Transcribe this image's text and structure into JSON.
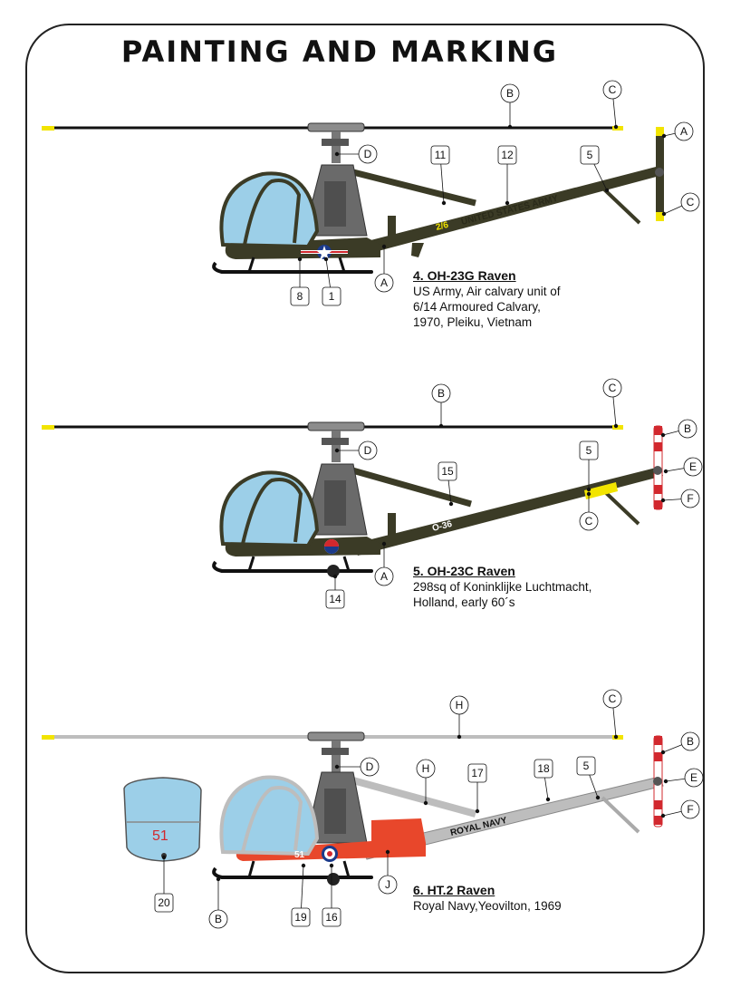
{
  "title": "PAINTING AND MARKING",
  "aircraft": [
    {
      "caption_head": "4. OH-23G Raven",
      "caption_lines": [
        "US Army, Air calvary unit of",
        "6/14 Armoured Calvary,",
        "1970, Pleiku, Vietnam"
      ],
      "fuselage_marking": "2/6",
      "tail_marking": "UNITED STATES ARMY",
      "callouts": {
        "rotor": "B",
        "rotor_tip": "C",
        "hub": "D",
        "body": "A",
        "tr_top": "A",
        "tr_bottom": "C",
        "n11": "11",
        "n12": "12",
        "n5": "5",
        "n8": "8",
        "n1": "1"
      }
    },
    {
      "caption_head": "5. OH-23C Raven",
      "caption_lines": [
        "298sq of Koninklijke Luchtmacht,",
        "Holland, early 60´s"
      ],
      "fuselage_marking": "O-36",
      "callouts": {
        "rotor": "B",
        "rotor_tip": "C",
        "hub": "D",
        "body": "A",
        "tr_top": "B",
        "tr_mid": "E",
        "tr_bottom": "F",
        "n15": "15",
        "n5": "5",
        "c_tail": "C",
        "n14": "14"
      }
    },
    {
      "caption_head": "6. HT.2 Raven",
      "caption_lines": [
        "Royal Navy,Yeovilton, 1969"
      ],
      "fuselage_marking": "51",
      "canopy_marking": "51",
      "tail_marking": "ROYAL NAVY",
      "callouts": {
        "rotor": "H",
        "rotor_tip": "C",
        "hub": "D",
        "h2": "H",
        "n17": "17",
        "n18": "18",
        "n5": "5",
        "tr_top": "B",
        "tr_mid": "E",
        "tr_bottom": "F",
        "j": "J",
        "n19": "19",
        "n16": "16",
        "b_skid": "B",
        "n20": "20"
      }
    }
  ],
  "colors": {
    "olive": "#3b3b26",
    "canopy": "#9ccfe8",
    "navy_red": "#e8472b",
    "navy_grey": "#bdbdbd",
    "rotor_tip_yellow": "#f2e400",
    "roundel_red": "#d2282e",
    "roundel_blue": "#1b3a8a"
  }
}
